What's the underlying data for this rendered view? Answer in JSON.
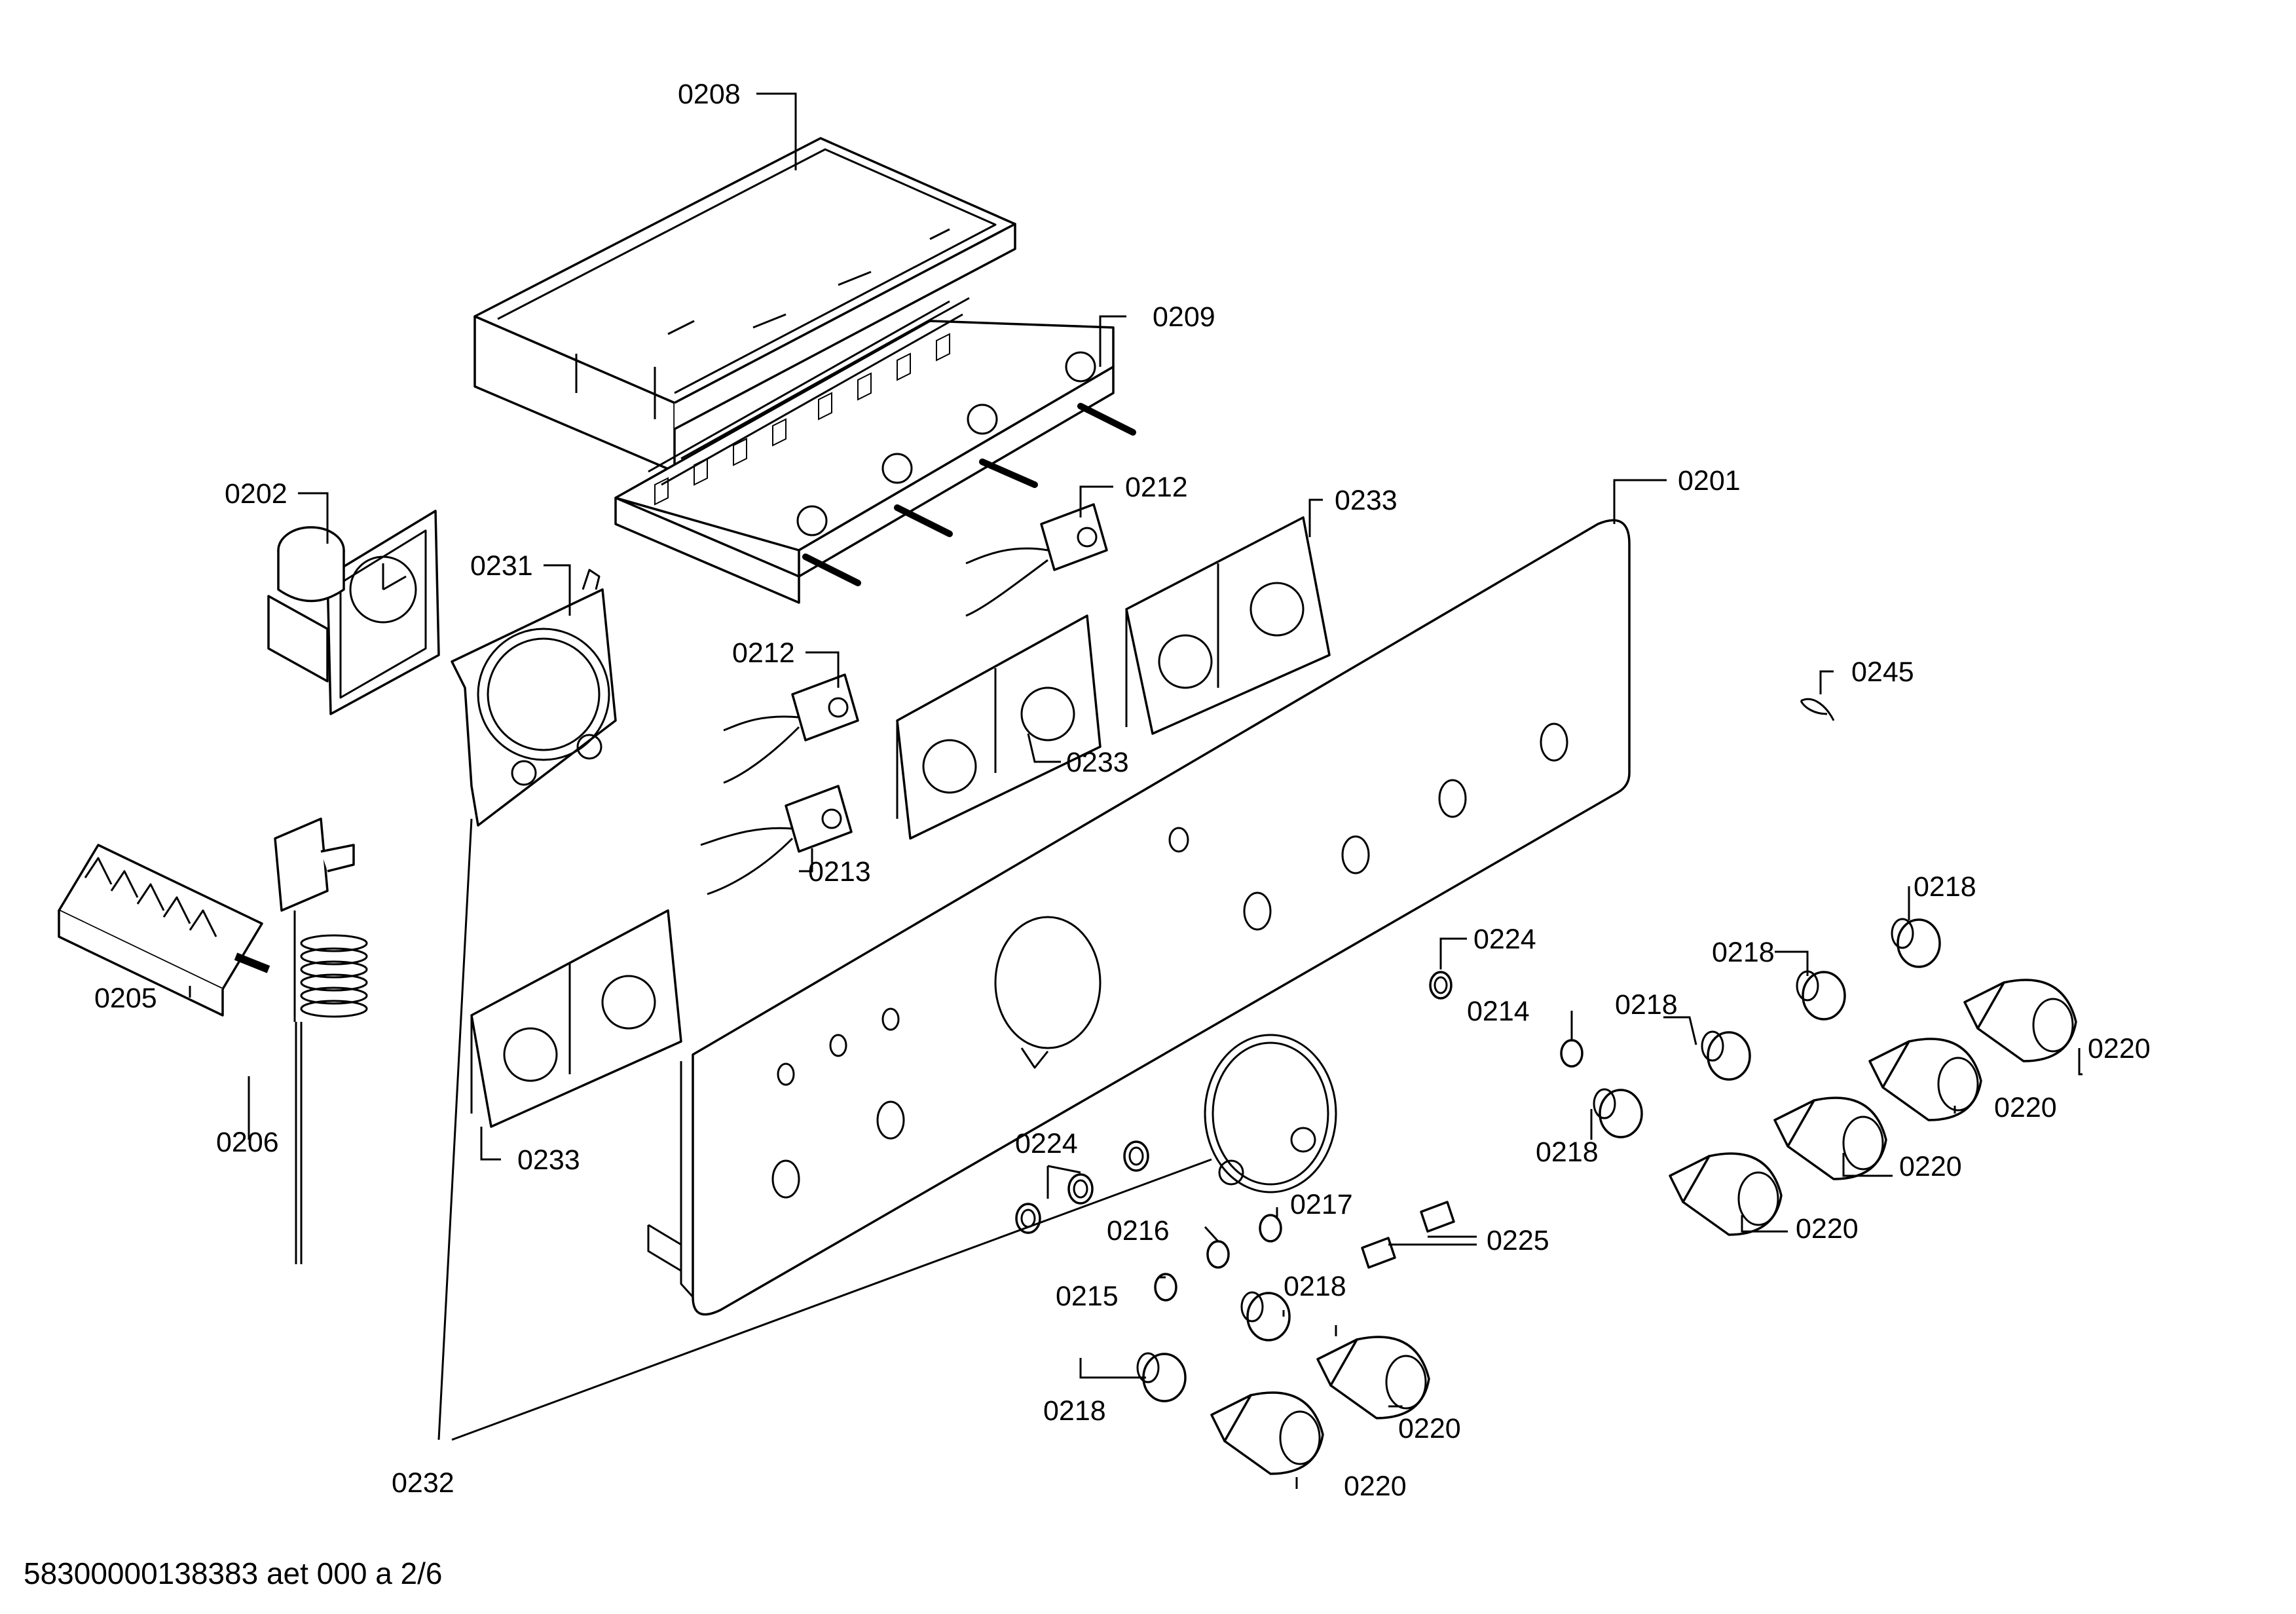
{
  "drawing": {
    "footer_code": "58300000138383 aet 000 a 2/6",
    "labels": [
      {
        "id": "p0208",
        "text": "0208"
      },
      {
        "id": "p0209",
        "text": "0209"
      },
      {
        "id": "p0201",
        "text": "0201"
      },
      {
        "id": "p0202",
        "text": "0202"
      },
      {
        "id": "p0231",
        "text": "0231"
      },
      {
        "id": "p0212a",
        "text": "0212"
      },
      {
        "id": "p0233a",
        "text": "0233"
      },
      {
        "id": "p0212b",
        "text": "0212"
      },
      {
        "id": "p0233b",
        "text": "0233"
      },
      {
        "id": "p0245",
        "text": "0245"
      },
      {
        "id": "p0213",
        "text": "0213"
      },
      {
        "id": "p0205",
        "text": "0205"
      },
      {
        "id": "p0218a",
        "text": "0218"
      },
      {
        "id": "p0218b",
        "text": "0218"
      },
      {
        "id": "p0224a",
        "text": "0224"
      },
      {
        "id": "p0214",
        "text": "0214"
      },
      {
        "id": "p0218c",
        "text": "0218"
      },
      {
        "id": "p0220a",
        "text": "0220"
      },
      {
        "id": "p0220b",
        "text": "0220"
      },
      {
        "id": "p0206",
        "text": "0206"
      },
      {
        "id": "p0233c",
        "text": "0233"
      },
      {
        "id": "p0224b",
        "text": "0224"
      },
      {
        "id": "p0218d",
        "text": "0218"
      },
      {
        "id": "p0220c",
        "text": "0220"
      },
      {
        "id": "p0217",
        "text": "0217"
      },
      {
        "id": "p0225",
        "text": "0225"
      },
      {
        "id": "p0216",
        "text": "0216"
      },
      {
        "id": "p0220d",
        "text": "0220"
      },
      {
        "id": "p0215",
        "text": "0215"
      },
      {
        "id": "p0218e",
        "text": "0218"
      },
      {
        "id": "p0218f",
        "text": "0218"
      },
      {
        "id": "p0220e",
        "text": "0220"
      },
      {
        "id": "p0220f",
        "text": "0220"
      },
      {
        "id": "p0232",
        "text": "0232"
      }
    ]
  }
}
